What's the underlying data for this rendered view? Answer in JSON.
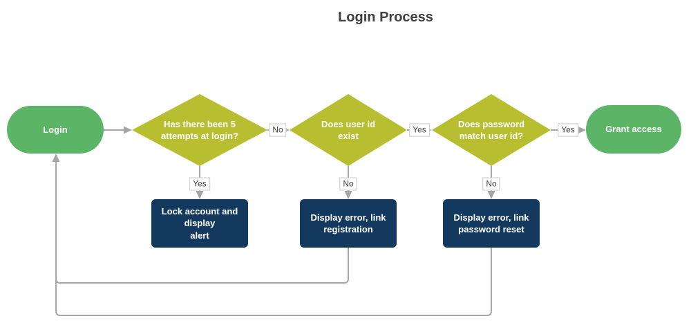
{
  "title": "Login Process",
  "colors": {
    "terminal_green": "#5CB567",
    "decision_yellow_green": "#B7BE2F",
    "process_navy": "#14395F",
    "connector_gray": "#A6A6A6",
    "label_text": "#404040",
    "node_text": "#FFFFFF",
    "background": "#FFFFFF"
  },
  "diagram": {
    "nodes": [
      {
        "id": "login",
        "type": "terminal",
        "label": "Login"
      },
      {
        "id": "attempts-check",
        "type": "decision",
        "label": [
          "Has there been 5",
          "attempts at login?"
        ]
      },
      {
        "id": "user-id-exists",
        "type": "decision",
        "label": [
          "Does user id",
          "exist"
        ]
      },
      {
        "id": "password-match",
        "type": "decision",
        "label": [
          "Does password",
          "match user id?"
        ]
      },
      {
        "id": "grant-access",
        "type": "terminal",
        "label": "Grant access"
      },
      {
        "id": "lock-account",
        "type": "process",
        "label": [
          "Lock account and display",
          "alert"
        ]
      },
      {
        "id": "error-registration",
        "type": "process",
        "label": [
          "Display error, link",
          "registration"
        ]
      },
      {
        "id": "error-password-reset",
        "type": "process",
        "label": [
          "Display error, link",
          "password reset"
        ]
      }
    ],
    "edges": [
      {
        "from": "login",
        "to": "attempts-check",
        "label": ""
      },
      {
        "from": "attempts-check",
        "to": "user-id-exists",
        "label": "No"
      },
      {
        "from": "user-id-exists",
        "to": "password-match",
        "label": "Yes"
      },
      {
        "from": "password-match",
        "to": "grant-access",
        "label": "Yes"
      },
      {
        "from": "attempts-check",
        "to": "lock-account",
        "label": "Yes"
      },
      {
        "from": "user-id-exists",
        "to": "error-registration",
        "label": "No"
      },
      {
        "from": "password-match",
        "to": "error-password-reset",
        "label": "No"
      },
      {
        "from": "error-registration",
        "to": "login",
        "label": ""
      },
      {
        "from": "error-password-reset",
        "to": "login",
        "label": ""
      }
    ]
  }
}
